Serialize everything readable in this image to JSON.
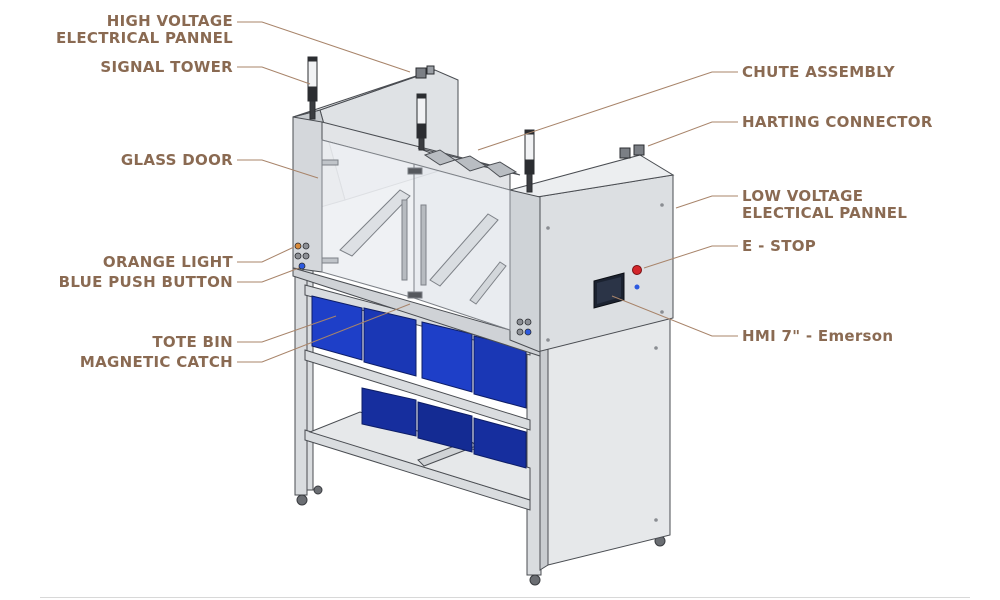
{
  "colors": {
    "label": "#8a6a52",
    "leader": "#a8846a",
    "frame": "#d9dcdf",
    "frame_dark": "#b9bdc2",
    "edge": "#4a4d52",
    "glass": "#e9ecef",
    "tote": "#1e3fc8",
    "tote_dark": "#122a8f",
    "hmi": "#1b2230",
    "estop": "#d4262b"
  },
  "icons": [
    "signal-tower-icon",
    "harting-connector-icon",
    "e-stop-icon",
    "hmi-screen-icon"
  ],
  "labels": {
    "high_voltage_line1": "HIGH VOLTAGE",
    "high_voltage_line2": "ELECTRICAL PANNEL",
    "signal_tower": "SIGNAL TOWER",
    "glass_door": "GLASS DOOR",
    "orange_light": "ORANGE LIGHT",
    "blue_push_button": "BLUE PUSH BUTTON",
    "tote_bin": "TOTE BIN",
    "magnetic_catch": "MAGNETIC CATCH",
    "chute_assembly": "CHUTE ASSEMBLY",
    "harting_connector": "HARTING CONNECTOR",
    "low_voltage_line1": "LOW VOLTAGE",
    "low_voltage_line2": "ELECTICAL PANNEL",
    "e_stop": "E - STOP",
    "hmi": "HMI 7\" - Emerson"
  }
}
